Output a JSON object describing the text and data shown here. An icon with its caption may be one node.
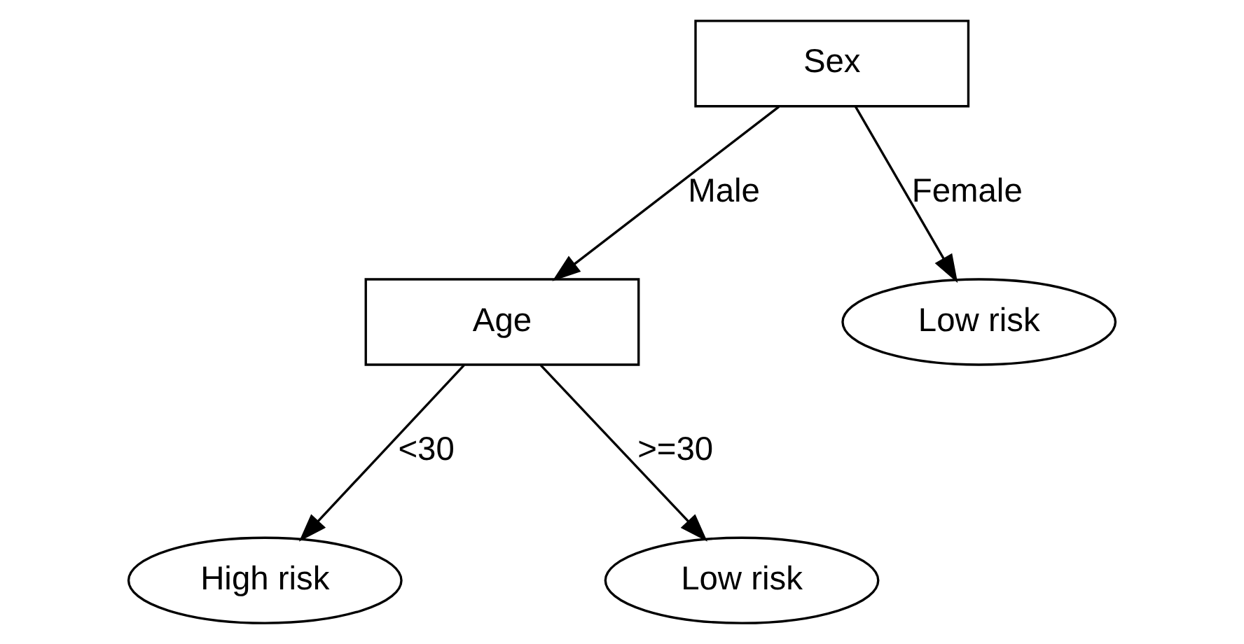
{
  "diagram": {
    "nodes": [
      {
        "text": [
          "Sex"
        ]
      },
      {
        "text": [
          "Age"
        ]
      },
      {
        "text": [
          "Low risk"
        ]
      },
      {
        "text": [
          "High risk"
        ]
      },
      {
        "text": [
          "Low risk"
        ]
      }
    ],
    "edges": [
      {
        "from": 0,
        "to": 1,
        "arrow": "to",
        "label": "Male"
      },
      {
        "from": 0,
        "to": 2,
        "arrow": "to",
        "label": "Female"
      },
      {
        "from": 1,
        "to": 3,
        "arrow": "to",
        "label": "<30"
      },
      {
        "from": 1,
        "to": 4,
        "arrow": "to",
        "label": ">=30"
      }
    ]
  }
}
